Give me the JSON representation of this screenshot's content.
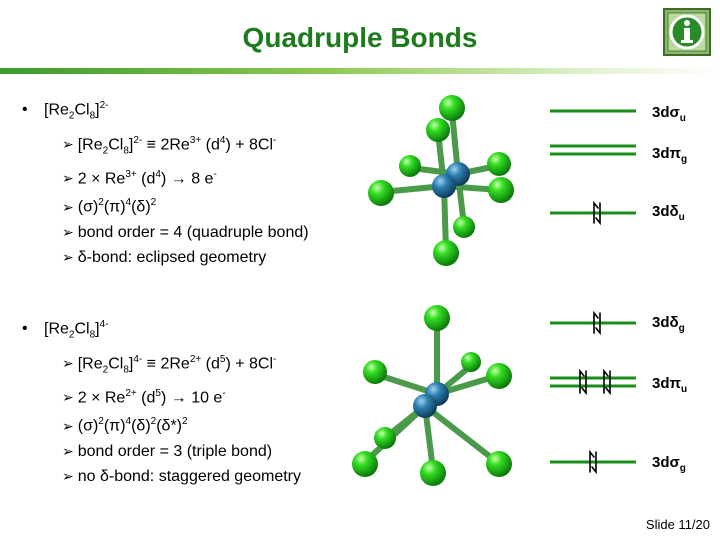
{
  "title": "Quadruple Bonds",
  "slide_number": "Slide 11/20",
  "icon": "info-icon",
  "colors": {
    "title": "#1d7a1d",
    "level_line": "#1a8c1a",
    "chlorine": "#22cc22",
    "rhenium": "#2a6f9e"
  },
  "section1": {
    "formula": "[Re2Cl8]2-",
    "points": [
      "[Re2Cl8]2- ≡ 2Re3+ (d4) + 8Cl-",
      "2 × Re3+ (d4) → 8 e-",
      "(σ)2(π)4(δ)2",
      "bond order = 4 (quadruple bond)",
      "δ-bond: eclipsed geometry"
    ],
    "levels": [
      "3dσu",
      "3dπg",
      "3dδu"
    ]
  },
  "section2": {
    "formula": "[Re2Cl8]4-",
    "points": [
      "[Re2Cl8]4- ≡ 2Re2+ (d5) + 8Cl-",
      "2 × Re2+ (d5) → 10 e-",
      "(σ)2(π)4(δ)2(δ*)2",
      "bond order = 3 (triple bond)",
      "no δ-bond: staggered geometry"
    ],
    "levels": [
      "3dδg",
      "3dπu",
      "3dσg"
    ]
  }
}
